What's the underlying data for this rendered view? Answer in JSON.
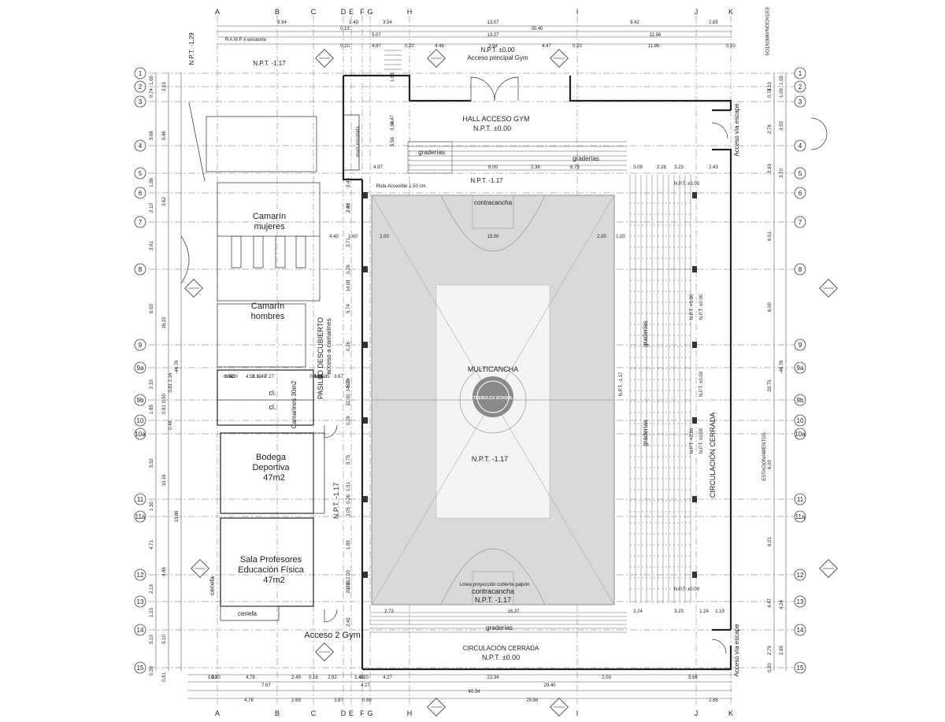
{
  "grid": {
    "cols": [
      "A",
      "B",
      "C",
      "D",
      "E",
      "F",
      "G",
      "H",
      "I",
      "J",
      "K"
    ],
    "rows": [
      "1",
      "2",
      "3",
      "4",
      "5",
      "6",
      "7",
      "8",
      "9",
      "9a",
      "9b",
      "10",
      "10a",
      "11",
      "11a",
      "12",
      "13",
      "14",
      "15"
    ]
  },
  "top_dims": {
    "row1": [
      "9.94",
      "1.40",
      "3.54",
      "13.07",
      "9.42",
      "2.65"
    ],
    "row2": [
      "0.13",
      "30.40"
    ],
    "row3": [
      "5.07",
      "13.27",
      "12.06"
    ],
    "row4": [
      "0.20",
      "4.87",
      "0.20",
      "4.46",
      "3.94",
      "4.47",
      "0.20",
      "11.86",
      "0.20"
    ]
  },
  "bottom_dims": {
    "row1": [
      "0.20",
      "0.81",
      "4.78",
      "2.49",
      "0.16",
      "2.82",
      "1.49",
      "0.20",
      "4.27",
      "22.34",
      "2.00",
      "5.66"
    ],
    "row2": [
      "7.67",
      "4.27",
      "29.40"
    ],
    "row3": [
      "40.34"
    ],
    "row4": [
      "4.78",
      "2.69",
      "3.87",
      "0.60",
      "25.56",
      "2.65"
    ]
  },
  "left_dims": {
    "col1": [
      "1.00",
      "0.74",
      "5.66",
      "1.56",
      "2.10",
      "3.91",
      "6.00",
      "2.33",
      "1.85",
      "5.52",
      "1.30",
      "4.71",
      "2.13",
      "1.23",
      "5.10",
      "0.20"
    ],
    "col2": [
      "2.10",
      "5.86",
      "3.62",
      "16.22",
      "0.81",
      "0.50",
      "10.16",
      "4.86",
      "5.10",
      "0.81"
    ],
    "col3": [
      "-46.76",
      "13.86"
    ],
    "col_misc": [
      "0.81 1.16",
      "0.48"
    ]
  },
  "right_dims": {
    "col1": [
      "2.10",
      "0.74",
      "2.78",
      "3.93",
      "6.01",
      "6.00",
      "29.75",
      "6.00",
      "6.01",
      "4.47",
      "2.79",
      "0.20"
    ],
    "col2": [
      "1.00",
      "1.09",
      "3.53",
      "3.70",
      "-46.76",
      "4.24",
      "2.99"
    ]
  },
  "rooms": {
    "hall": "HALL ACCESO GYM",
    "hall_npt": "N.P.T. ±0.00",
    "acceso_principal_npt": "N.P.T. ±0.00",
    "acceso_principal": "Acceso principal Gym",
    "camarin_mujeres": [
      "Camarín",
      "mujeres"
    ],
    "camarin_hombres": [
      "Camarín",
      "hombres"
    ],
    "pasillo": "PASILLO DESCUBIERTO",
    "pasillo_sub": "acceso a camarines",
    "camarines_area": "Camarines 30m2",
    "cl": "cl.",
    "bodega": [
      "Bodega",
      "Deportiva",
      "47m2"
    ],
    "sala": [
      "Sala Profesores",
      "Educación Física",
      "47m2"
    ],
    "cenefa": "cenefa",
    "multicancha": "MULTICANCHA",
    "multicancha_npt": "N.P.T. -1.17",
    "contracancha": "contracancha",
    "contracancha_npt": "N.P.T. -1.17",
    "circulacion_cerrada": "CIRCULACIÓN CERRADA",
    "circulacion_cerrada_bottom": "CIRCULACIÓN CERRADA",
    "circulacion_npt": "N.P.T. ±0.00",
    "acceso_2": "Acceso 2 Gym",
    "acceso_escape": "Acceso vía escape",
    "graderias": "graderías",
    "ruta_accesible": "Ruta Accesible 1.50 cm.",
    "npt_m117": "N.P.T. -1.17",
    "npt_m129": "N.P.T. -1.29",
    "npt_090": "N.P.T. +0.90",
    "npt_000": "N.P.T. ±0.00",
    "rampa": "R A M P A existente",
    "muro_escalada": "muro escalada",
    "estacionamiento": "ESTACIONAMIENTOS",
    "logo_text": "TREBULCO SCHOOL",
    "linea_galpon": "Línea proyección cubierta galpón"
  },
  "inner_dims": {
    "hall_v": [
      "5.56",
      "4.47",
      "3.30",
      "1.66"
    ],
    "hall_h": [
      "4.97",
      "6.00",
      "6.75",
      "3.09",
      "3.23",
      "2.43",
      "2.36",
      "2.26"
    ],
    "court_top": [
      "2.00",
      "15.00",
      "2.00",
      "1.00",
      "1.60",
      "4.40"
    ],
    "court_v": [
      "3.71",
      "0.26",
      "5.74",
      "0.26",
      "5.74",
      "0.26",
      "5.75",
      "0.26",
      "1.89",
      "2.00",
      "2.00",
      "28.00",
      "32.00",
      "14.03",
      "14.08",
      "1.51",
      "2.43",
      "2.43",
      "2.05",
      "2.61",
      "2.42"
    ],
    "court_bottom": [
      "2.73",
      "16.37",
      "3.24",
      "3.23",
      "1.24",
      "1.19"
    ],
    "rooms_dims": [
      "4.58",
      "2.12",
      "4.18",
      "6.62",
      "7.27",
      "6.49",
      "6.64",
      "4.97",
      "3.67",
      "1.85",
      "4.64",
      "0.14 1.85",
      "1.30"
    ]
  },
  "colors": {
    "line": "#444444",
    "grid_line": "#9a9a9a",
    "court_fill": "#d9d9d9",
    "inner_court": "#f4f4f4",
    "wall": "#222222"
  }
}
